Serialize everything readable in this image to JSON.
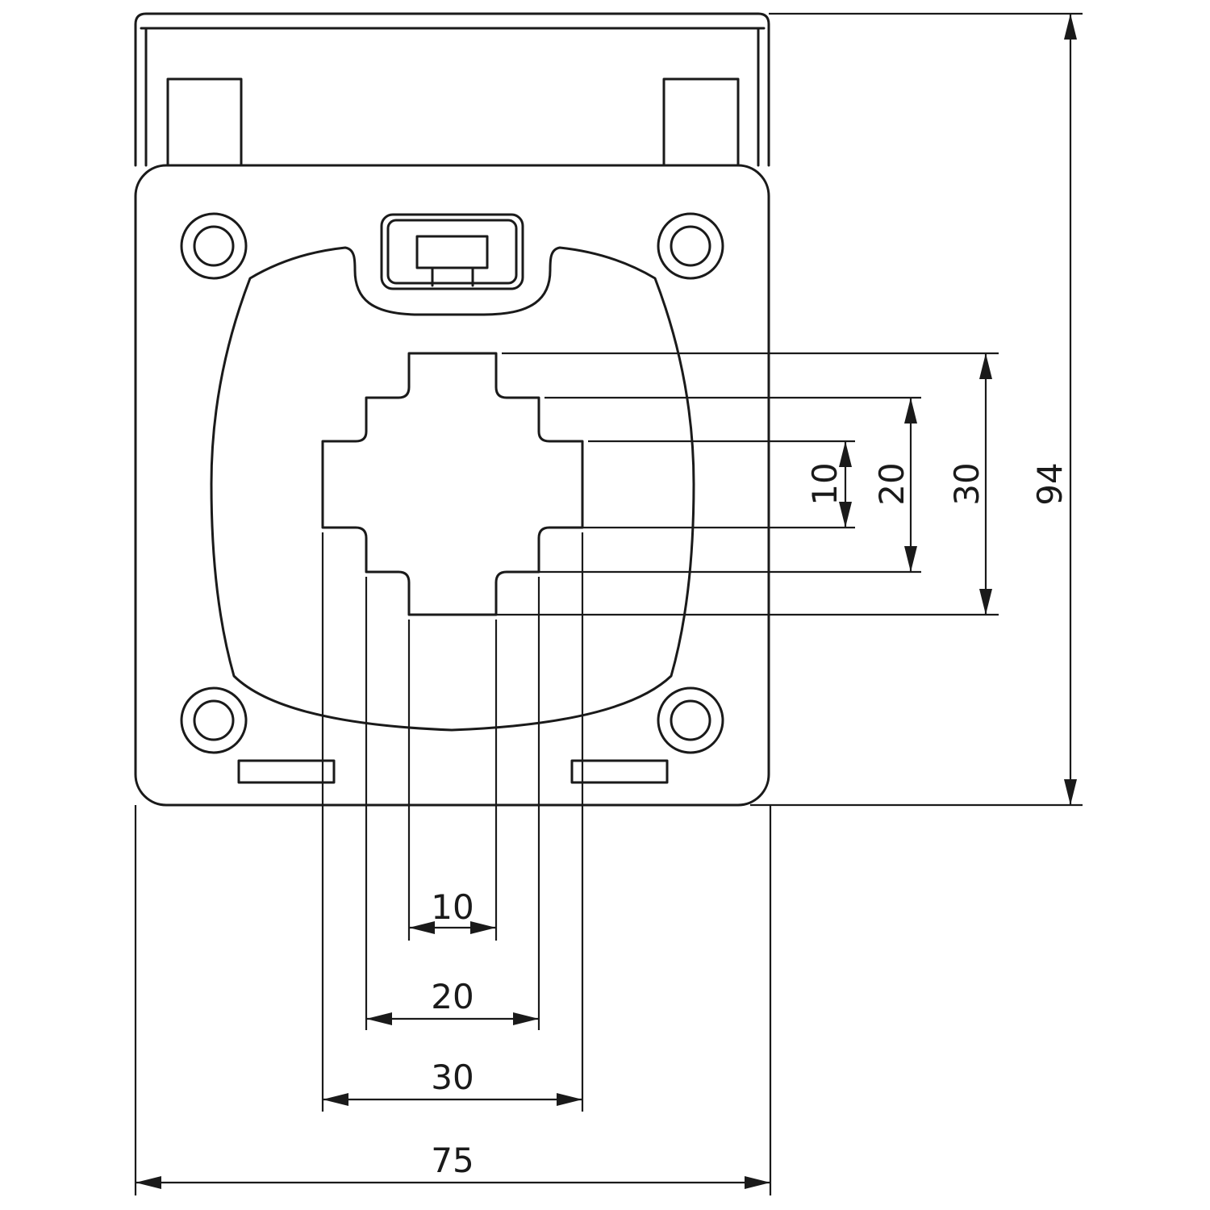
{
  "diagram": {
    "colors": {
      "line": "#1a1a1a",
      "background": "#ffffff"
    },
    "dimensions": {
      "overall_width": "75",
      "overall_height": "94",
      "slot_width_10": "10",
      "slot_width_20": "20",
      "slot_width_30": "30",
      "slot_height_10": "10",
      "slot_height_20": "20",
      "slot_height_30": "30"
    }
  }
}
